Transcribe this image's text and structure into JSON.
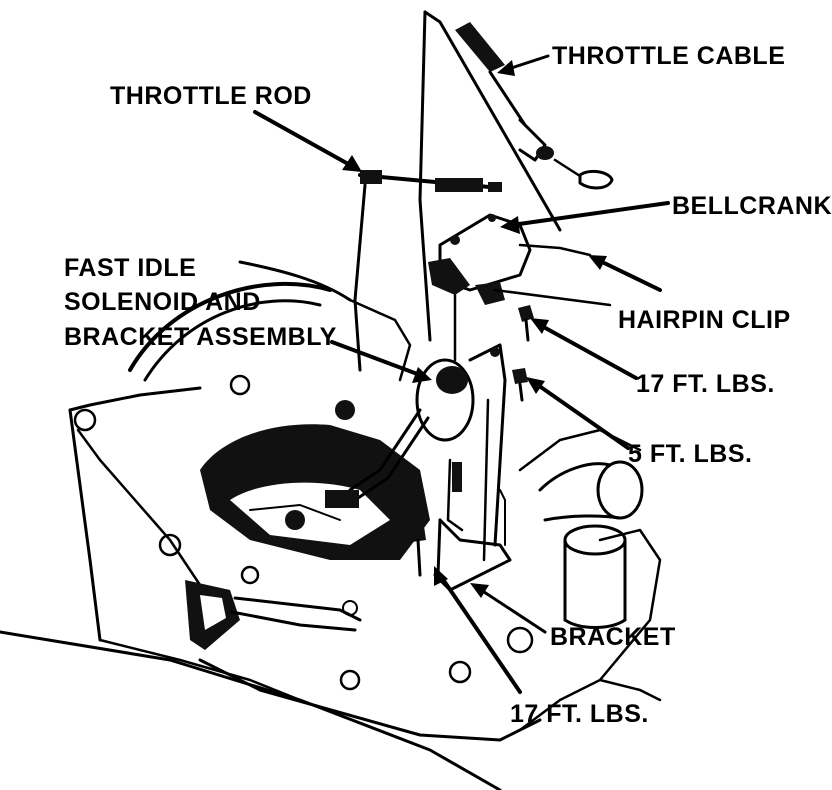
{
  "labels": {
    "throttle_cable": "THROTTLE CABLE",
    "throttle_rod": "THROTTLE ROD",
    "bellcrank": "BELLCRANK",
    "fast_idle_1": "FAST IDLE",
    "fast_idle_2": "SOLENOID AND",
    "fast_idle_3": "BRACKET ASSEMBLY",
    "hairpin_clip": "HAIRPIN CLIP",
    "torque_17_upper": "17 FT. LBS.",
    "torque_5": "5 FT. LBS.",
    "bracket": "BRACKET",
    "torque_17_lower": "17 FT. LBS."
  },
  "colors": {
    "ink": "#000000",
    "paper": "#ffffff"
  }
}
